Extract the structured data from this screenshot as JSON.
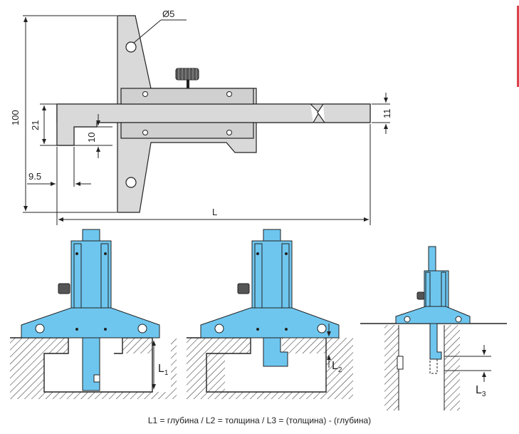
{
  "dimensions": {
    "diameter": "Ø5",
    "d100": "100",
    "d21": "21",
    "d10": "10",
    "d11": "11",
    "d9_5": "9.5",
    "dL": "L"
  },
  "labels": {
    "L": "L",
    "n1": "1",
    "n2": "2",
    "n3": "3"
  },
  "caption": "L1 = глубина / L2 = толщина / L3 = (толщина) - (глубина)",
  "colors": {
    "blue": "#6ec6ef",
    "tool_gray": "#d9d9d9",
    "accent": "#d9434a"
  }
}
